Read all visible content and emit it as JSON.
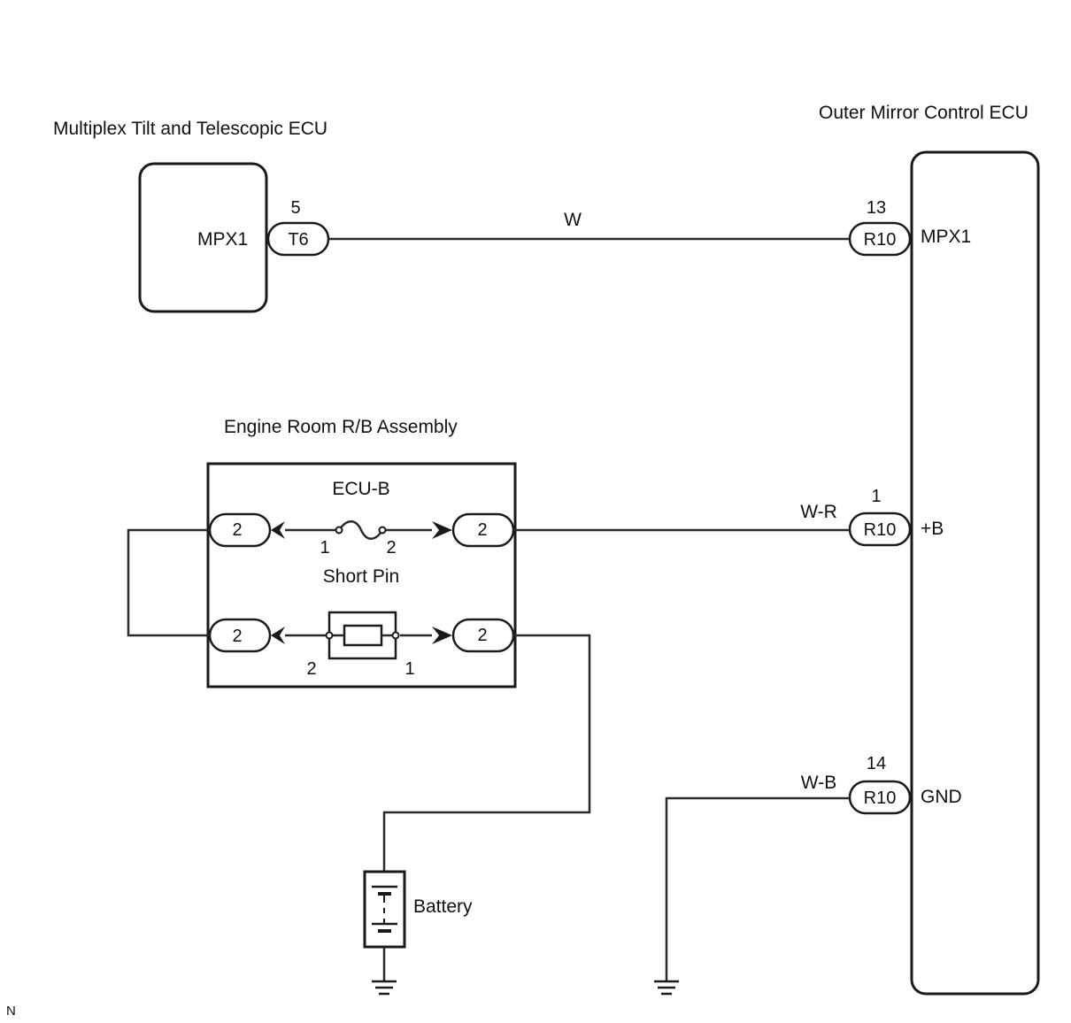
{
  "components": {
    "tilt_ecu": {
      "title": "Multiplex Tilt and Telescopic ECU",
      "terminal": "MPX1"
    },
    "mirror_ecu": {
      "title": "Outer Mirror Control ECU",
      "terminal_mpx1": "MPX1",
      "terminal_b": "+B",
      "terminal_gnd": "GND"
    },
    "relay_block": {
      "title": "Engine Room R/B Assembly",
      "fuse": "ECU-B",
      "short_pin": "Short Pin"
    },
    "battery": {
      "label": "Battery"
    }
  },
  "connectors": {
    "t6": {
      "name": "T6",
      "pin": "5"
    },
    "r10_mpx1": {
      "name": "R10",
      "pin": "13"
    },
    "r10_b": {
      "name": "R10",
      "pin": "1"
    },
    "r10_gnd": {
      "name": "R10",
      "pin": "14"
    },
    "rb_left_top": {
      "name": "2"
    },
    "rb_right_top": {
      "name": "2"
    },
    "rb_left_bottom": {
      "name": "2"
    },
    "rb_right_bottom": {
      "name": "2"
    }
  },
  "fuse_pins": {
    "left": "1",
    "right": "2"
  },
  "short_pin_pins": {
    "left": "2",
    "right": "1"
  },
  "wires": {
    "mpx1": "W",
    "b": "W-R",
    "gnd": "W-B"
  },
  "corner_mark": "N"
}
